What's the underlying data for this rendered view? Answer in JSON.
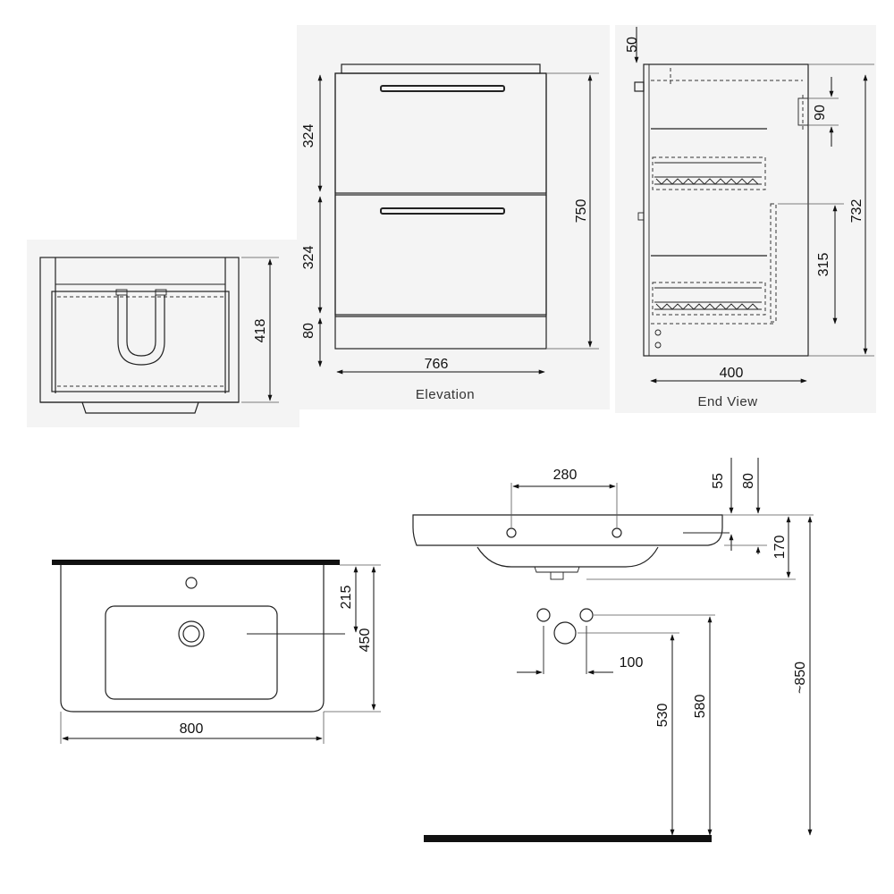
{
  "cabinet_top_view": {
    "dimension_depth": "418"
  },
  "elevation": {
    "caption": "Elevation",
    "dimension_drawer_upper": "324",
    "dimension_drawer_lower": "324",
    "dimension_plinth": "80",
    "dimension_height": "750",
    "dimension_width": "766"
  },
  "end_view": {
    "caption": "End View",
    "dimension_top": "50",
    "dimension_runner": "90",
    "dimension_lower_drawer": "315",
    "dimension_height": "732",
    "dimension_depth": "400"
  },
  "basin_plan": {
    "dimension_tap_to_bowl": "215",
    "dimension_depth": "450",
    "dimension_width": "800"
  },
  "basin_section": {
    "dimension_tap_spacing": "280",
    "dimension_rim": "55",
    "dimension_rim_outer": "80",
    "dimension_bowl_depth": "170",
    "dimension_pipe_spacing": "100",
    "dimension_waste_height": "530",
    "dimension_supply_height": "580",
    "dimension_overall_height": "~850"
  },
  "colors": {
    "line": "#222222",
    "panel_background": "#f4f4f4"
  }
}
